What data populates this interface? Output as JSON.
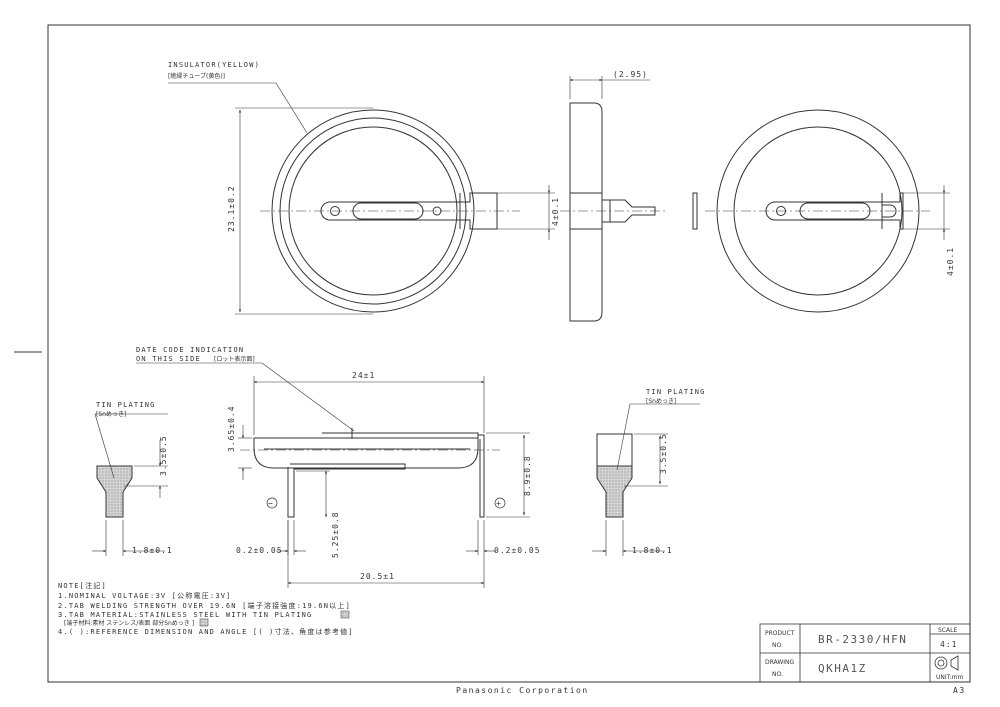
{
  "labels": {
    "insulator": "INSULATOR(YELLOW)",
    "insulator_jp": "[絶縁チューブ(黄色)]",
    "date_code_1": "DATE CODE INDICATION",
    "date_code_2": "ON THIS SIDE",
    "date_code_jp": "[ロット表示面]",
    "tin_plating": "TIN PLATING",
    "tin_plating_jp": "[Snめっき]",
    "minus": "−",
    "plus": "+"
  },
  "dimensions": {
    "thickness": "(2.95)",
    "diameter": "23.1±0.2",
    "tab_width": "4±0.1",
    "tab_width_right": "4±0.1",
    "overall_length": "24±1",
    "body_height": "3.65±0.4",
    "total_height": "8.9±0.8",
    "tab_length": "5.25±0.8",
    "lead_pitch": "20.5±1",
    "lead_thickness_left": "0.2±0.05",
    "lead_thickness_right": "0.2±0.05",
    "tip_height_left": "3.5±0.5",
    "tip_width_left": "1.8±0.1",
    "tip_height_right": "3.5±0.5",
    "tip_width_right": "1.8±0.1"
  },
  "notes": {
    "title": "NOTE[注記]",
    "n1": "1.NOMINAL VOLTAGE:3V [公称電圧:3V]",
    "n2": "2.TAB WELDING STRENGTH OVER 19.6N [端子溶接強度:19.6N以上]",
    "n3": "3.TAB MATERIAL:STAINLESS STEEL WITH TIN PLATING",
    "n3_jp": "[端子材料:素材 ステンレス/表面 部分Snめっき ]",
    "n4": "4.( ):REFERENCE DIMENSION AND ANGLE [( )寸法、角度は参考値]"
  },
  "title_block": {
    "product_label_1": "PRODUCT",
    "product_label_2": "NO.",
    "product_no": "BR-2330/HFN",
    "scale_label": "SCALE",
    "scale": "4:1",
    "drawing_label_1": "DRAWING",
    "drawing_label_2": "NO.",
    "drawing_no": "QKHA1Z",
    "unit": "UNIT:mm"
  },
  "footer": {
    "company": "Panasonic Corporation",
    "sheet_size": "A3"
  },
  "colors": {
    "line": "#333333",
    "hatch": "#bdbdbd"
  }
}
